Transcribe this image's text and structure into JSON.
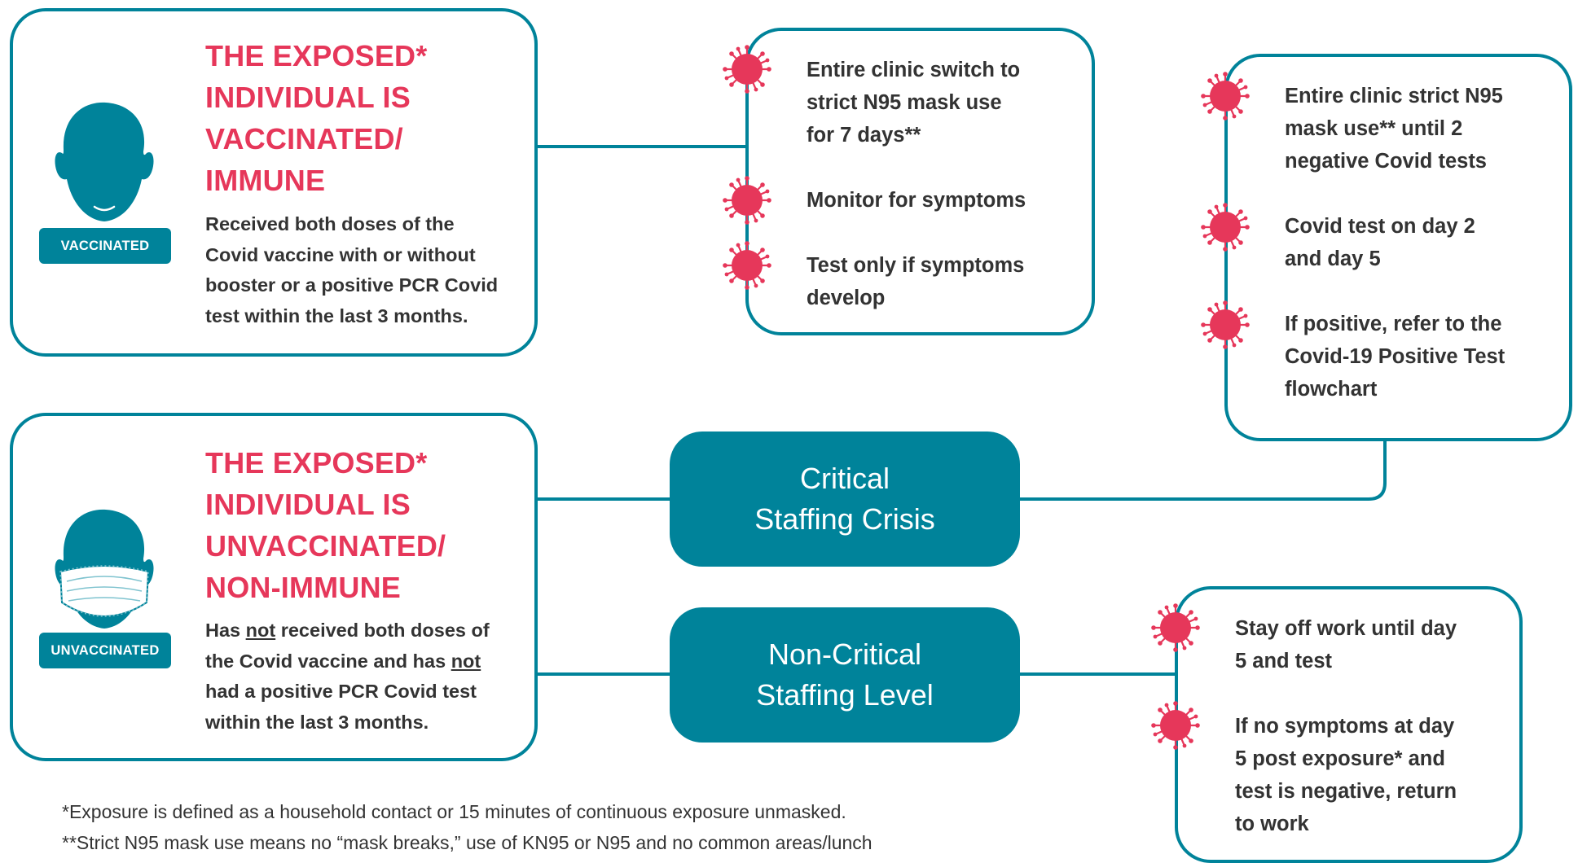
{
  "colors": {
    "teal": "#00839A",
    "pink": "#E6375A",
    "text": "#333333",
    "virus": "#E6375A"
  },
  "vaccinated_card": {
    "icon": "person-head-icon",
    "title_lines": [
      "THE EXPOSED*",
      "INDIVIDUAL IS",
      "VACCINATED/",
      "IMMUNE"
    ],
    "badge": "VACCINATED",
    "desc_lines": [
      "Received both doses of the",
      "Covid vaccine with or without",
      "booster or a positive PCR Covid",
      "test within the last 3 months."
    ]
  },
  "unvaccinated_card": {
    "icon": "person-head-with-mask-icon",
    "title_lines": [
      "THE EXPOSED*",
      "INDIVIDUAL IS",
      "UNVACCINATED/",
      "NON-IMMUNE"
    ],
    "badge": "UNVACCINATED",
    "desc": {
      "l1a": "Has ",
      "l1u": "not",
      "l1b": " received both doses of",
      "l2a": "the Covid vaccine and has ",
      "l2u": "not",
      "l3": "had a positive PCR Covid test",
      "l4": "within the last 3 months."
    }
  },
  "vaccinated_actions": {
    "icon": "virus-icon",
    "items": [
      {
        "lines": [
          "Entire clinic switch to",
          "strict N95 mask use",
          "for 7 days**"
        ]
      },
      {
        "lines": [
          "Monitor for symptoms"
        ]
      },
      {
        "lines": [
          "Test only if symptoms",
          "develop"
        ]
      }
    ]
  },
  "critical_actions": {
    "icon": "virus-icon",
    "items": [
      {
        "lines": [
          "Entire clinic strict N95",
          "mask use** until 2",
          "negative Covid tests"
        ]
      },
      {
        "lines": [
          "Covid test on day 2",
          "and day 5"
        ]
      },
      {
        "lines": [
          "If positive, refer to the",
          "Covid-19 Positive Test",
          "flowchart"
        ]
      }
    ]
  },
  "noncritical_actions": {
    "icon": "virus-icon",
    "items": [
      {
        "lines": [
          "Stay off work until day",
          "5 and test"
        ]
      },
      {
        "lines": [
          "If no symptoms at day",
          "5 post exposure* and",
          "test is negative, return",
          "to work"
        ]
      }
    ]
  },
  "decisions": {
    "critical": [
      "Critical",
      "Staffing Crisis"
    ],
    "noncritical": [
      "Non-Critical",
      "Staffing Level"
    ]
  },
  "footnotes": [
    "*Exposure is defined as a household contact or 15 minutes of continuous exposure unmasked.",
    "**Strict N95 mask use means no “mask breaks,” use of KN95 or N95 and no common areas/lunch"
  ]
}
